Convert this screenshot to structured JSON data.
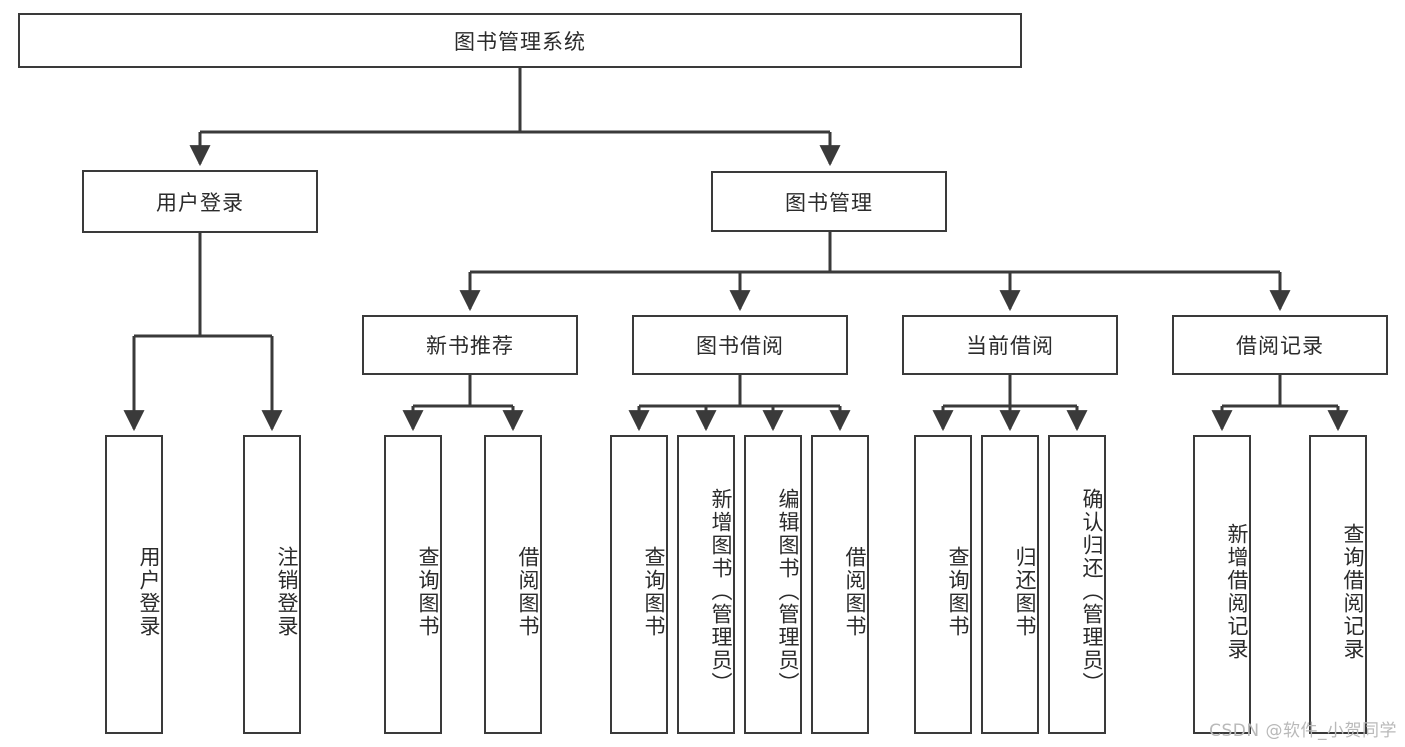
{
  "diagram": {
    "title": "图书管理系统",
    "type": "tree-hierarchy",
    "root": {
      "label": "图书管理系统"
    },
    "level2": [
      {
        "label": "用户登录"
      },
      {
        "label": "图书管理"
      }
    ],
    "level3": [
      {
        "label": "新书推荐"
      },
      {
        "label": "图书借阅"
      },
      {
        "label": "当前借阅"
      },
      {
        "label": "借阅记录"
      }
    ],
    "leaves": {
      "user_login": [
        {
          "label": "用户登录"
        },
        {
          "label": "注销登录"
        }
      ],
      "new_book_recommend": [
        {
          "label": "查询图书"
        },
        {
          "label": "借阅图书"
        }
      ],
      "book_borrow": [
        {
          "label": "查询图书"
        },
        {
          "label": "新增图书（管理员）"
        },
        {
          "label": "编辑图书（管理员）"
        },
        {
          "label": "借阅图书"
        }
      ],
      "current_borrow": [
        {
          "label": "查询图书"
        },
        {
          "label": "归还图书"
        },
        {
          "label": "确认归还（管理员）"
        }
      ],
      "borrow_record": [
        {
          "label": "新增借阅记录"
        },
        {
          "label": "查询借阅记录"
        }
      ]
    }
  },
  "watermark": {
    "text": "CSDN @软件_小贺同学"
  },
  "colors": {
    "stroke": "#3a3a3a",
    "box_fill": "#ffffff",
    "text": "#2b2b2b",
    "watermark": "#b9b9b9",
    "background": "#ffffff"
  }
}
